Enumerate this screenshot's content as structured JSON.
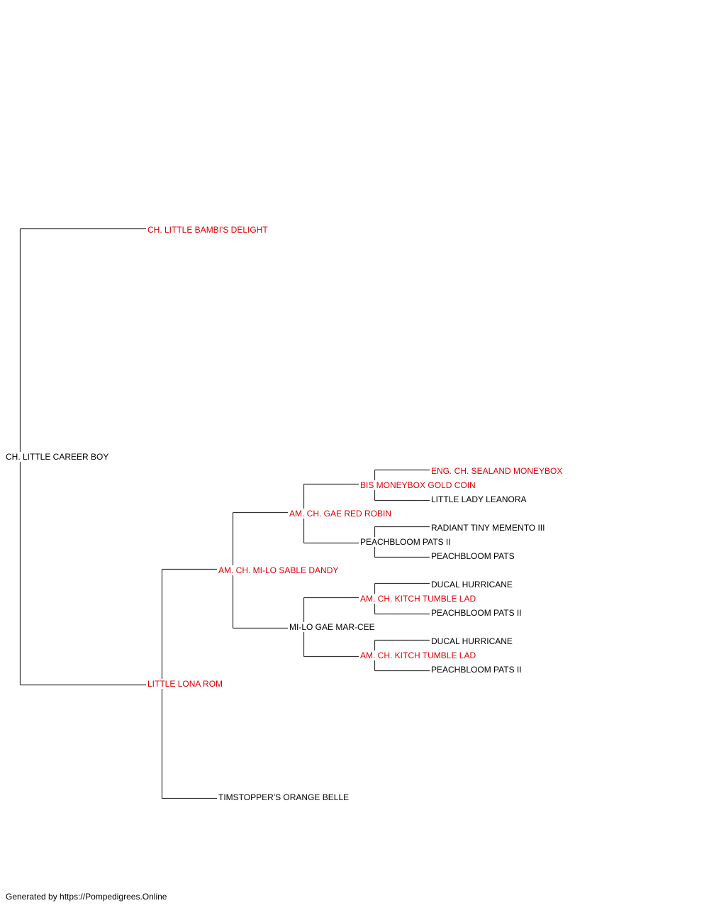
{
  "colors": {
    "champion": "#e00000",
    "normal": "#000000",
    "line": "#000000"
  },
  "pedigree": {
    "subject": {
      "name": "CH. LITTLE CAREER BOY",
      "champion": false
    },
    "sire": {
      "name": "CH. LITTLE BAMBI'S DELIGHT",
      "champion": true
    },
    "dam": {
      "name": "LITTLE LONA ROM",
      "champion": true
    },
    "dam_sire": {
      "name": "AM. CH. MI-LO SABLE DANDY",
      "champion": true
    },
    "dam_dam": {
      "name": "TIMSTOPPER'S ORANGE BELLE",
      "champion": false
    },
    "dam_sire_sire": {
      "name": "AM. CH. GAE RED ROBIN",
      "champion": true
    },
    "dam_sire_dam": {
      "name": "MI-LO GAE MAR-CEE",
      "champion": false
    },
    "dam_sire_sire_sire": {
      "name": "BIS MONEYBOX GOLD COIN",
      "champion": true
    },
    "dam_sire_sire_dam": {
      "name": "PEACHBLOOM PATS II",
      "champion": false
    },
    "dam_sire_dam_sire": {
      "name": "AM. CH. KITCH TUMBLE LAD",
      "champion": true
    },
    "dam_sire_dam_dam": {
      "name": "AM. CH. KITCH TUMBLE LAD",
      "champion": true
    },
    "g5_1": {
      "name": "ENG. CH. SEALAND MONEYBOX",
      "champion": true
    },
    "g5_2": {
      "name": "LITTLE LADY LEANORA",
      "champion": false
    },
    "g5_3": {
      "name": "RADIANT TINY MEMENTO III",
      "champion": false
    },
    "g5_4": {
      "name": "PEACHBLOOM PATS",
      "champion": false
    },
    "g5_5": {
      "name": "DUCAL HURRICANE",
      "champion": false
    },
    "g5_6": {
      "name": "PEACHBLOOM PATS II",
      "champion": false
    },
    "g5_7": {
      "name": "DUCAL HURRICANE",
      "champion": false
    },
    "g5_8": {
      "name": "PEACHBLOOM PATS II",
      "champion": false
    }
  },
  "footer": {
    "text": "Generated by https://Pompedigrees.Online"
  }
}
